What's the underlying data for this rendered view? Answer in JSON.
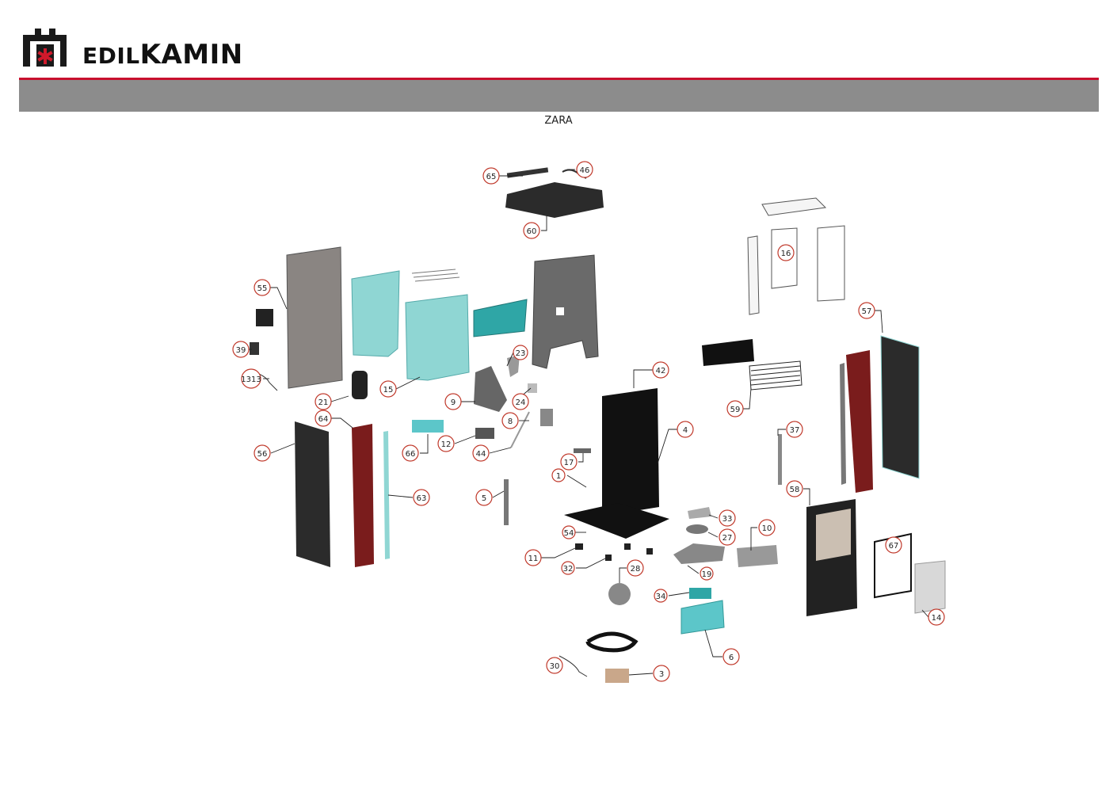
{
  "brand": {
    "name_part1": "EDIL",
    "name_part2": "KAMIN",
    "logo_colors": {
      "mark": "#1a1a1a",
      "star": "#d0192b"
    }
  },
  "header": {
    "accent_color": "#c8102e",
    "band_color": "#8c8c8c"
  },
  "model_name": "ZARA",
  "part_numbers": [
    "65",
    "46",
    "60",
    "16",
    "55",
    "57",
    "39",
    "23",
    "1313",
    "42",
    "21",
    "15",
    "9",
    "24",
    "8",
    "64",
    "59",
    "4",
    "37",
    "56",
    "12",
    "66",
    "44",
    "17",
    "63",
    "1",
    "5",
    "58",
    "33",
    "10",
    "54",
    "27",
    "67",
    "11",
    "32",
    "28",
    "19",
    "34",
    "14",
    "6",
    "30",
    "3"
  ],
  "colors": {
    "dark_panel": "#2b2b2b",
    "grey_panel": "#8a8582",
    "teal_panel": "#8fd6d3",
    "burgundy_panel": "#7a1c1c",
    "light_grey": "#d8d8d8",
    "callout_ring": "#c0392b"
  }
}
